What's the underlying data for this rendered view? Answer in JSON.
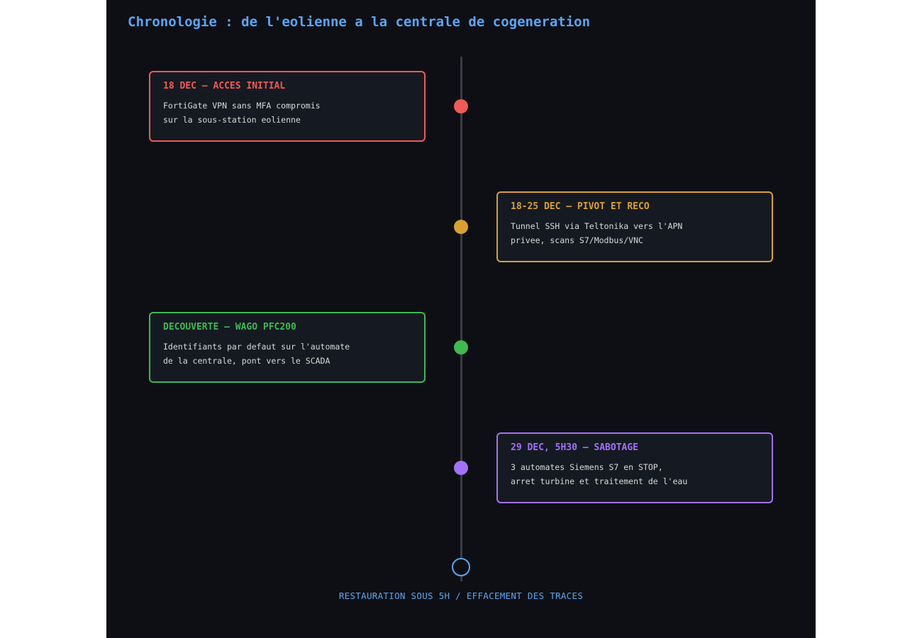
{
  "title": "Chronologie : de l'eolienne a la centrale de cogeneration",
  "events": [
    {
      "title": "18 DEC — ACCES INITIAL",
      "lines": [
        "FortiGate VPN sans MFA compromis",
        "sur la sous-station eolienne"
      ],
      "color": "#f05a55",
      "side": "left"
    },
    {
      "title": "18-25 DEC — PIVOT ET RECO",
      "lines": [
        "Tunnel SSH via Teltonika vers l'APN",
        "privee, scans S7/Modbus/VNC"
      ],
      "color": "#d9a030",
      "side": "right"
    },
    {
      "title": "DECOUVERTE — WAGO PFC200",
      "lines": [
        "Identifiants par defaut sur l'automate",
        "de la centrale, pont vers le SCADA"
      ],
      "color": "#3fb950",
      "side": "left"
    },
    {
      "title": "29 DEC, 5H30 — SABOTAGE",
      "lines": [
        "3 automates Siemens S7 en STOP,",
        "arret turbine et traitement de l'eau"
      ],
      "color": "#a371f7",
      "side": "right"
    }
  ],
  "footer": "RESTAURATION SOUS 5H / EFFACEMENT DES TRACES",
  "accent_color": "#5aa6f5"
}
